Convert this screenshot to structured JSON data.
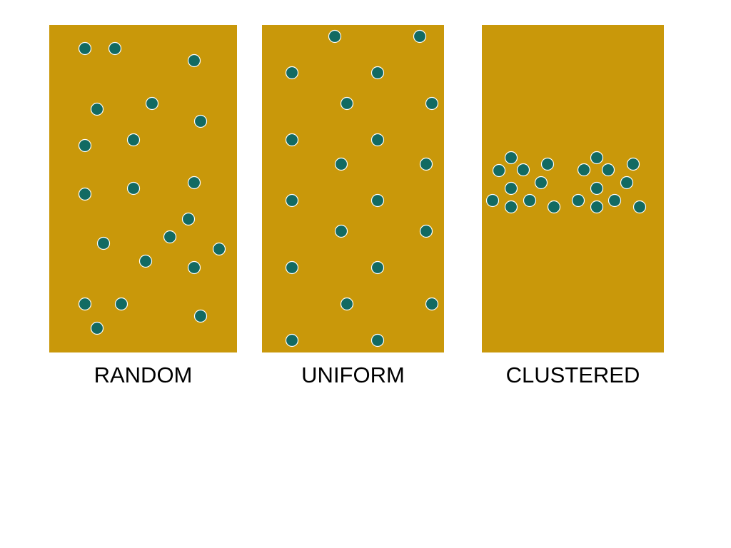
{
  "colors": {
    "panel_fill": "#c9980a",
    "dot_fill": "#126a62",
    "dot_stroke": "#ffffff",
    "background": "#ffffff",
    "label_text": "#000000"
  },
  "panels": [
    {
      "id": "random",
      "label": "RANDOM"
    },
    {
      "id": "uniform",
      "label": "UNIFORM"
    },
    {
      "id": "clustered",
      "label": "CLUSTERED"
    }
  ]
}
